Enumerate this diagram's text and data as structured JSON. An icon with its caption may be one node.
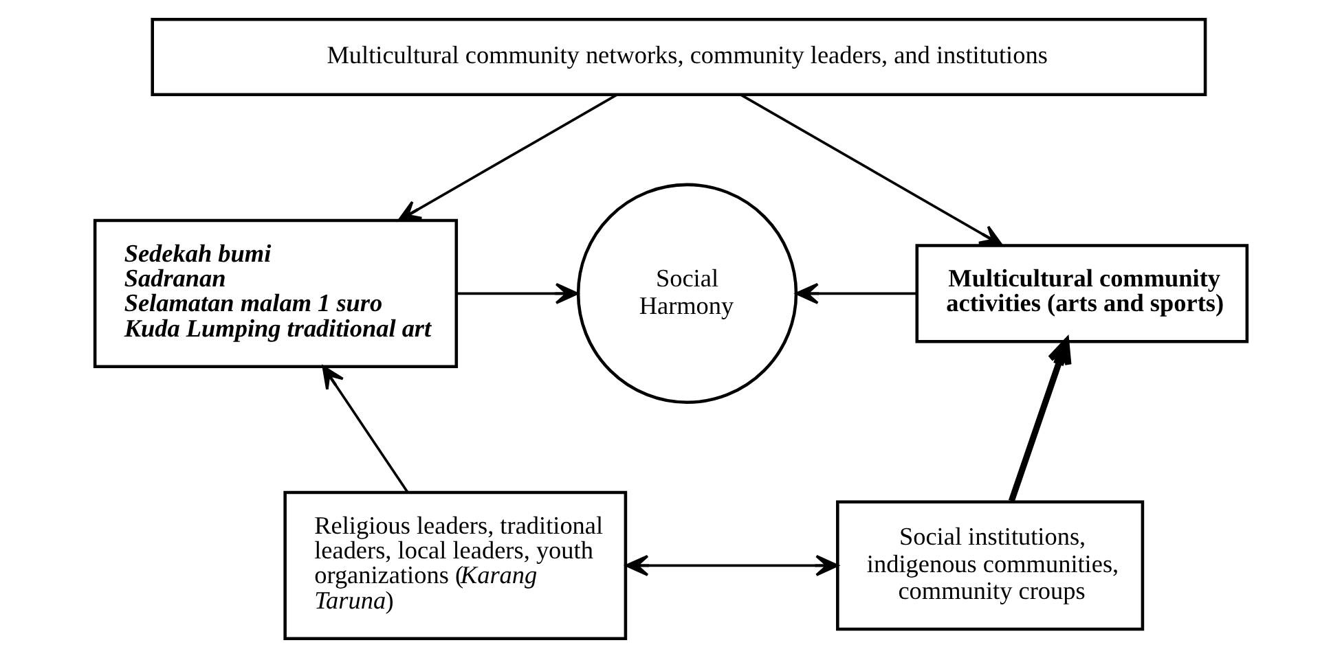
{
  "diagram": {
    "nodes": [
      {
        "text": [
          "Multicultural community networks, community leaders, and institutions"
        ]
      },
      {
        "text": [
          "Sedekah bumi",
          "Sadranan",
          "Selamatan malam 1 suro",
          "Kuda Lumping traditional art"
        ]
      },
      {
        "text": [
          "Social Harmony"
        ]
      },
      {
        "text": [
          "Multicultural community activities (arts and sports)"
        ]
      },
      {
        "text": [
          "Religious leaders, traditional leaders, local leaders, youth organizations (*Karang Taruna*)"
        ]
      },
      {
        "text": [
          "Social institutions, indigenous communities, community croups"
        ]
      }
    ],
    "edges": [
      {
        "from": 0,
        "to": 1,
        "arrow": "to"
      },
      {
        "from": 0,
        "to": 3,
        "arrow": "to"
      },
      {
        "from": 1,
        "to": 2,
        "arrow": "to"
      },
      {
        "from": 3,
        "to": 2,
        "arrow": "to"
      },
      {
        "from": 4,
        "to": 1,
        "arrow": "to"
      },
      {
        "from": 5,
        "to": 3,
        "arrow": "to",
        "style": "thick"
      },
      {
        "from": 4,
        "to": 5,
        "arrow": "both"
      }
    ]
  }
}
